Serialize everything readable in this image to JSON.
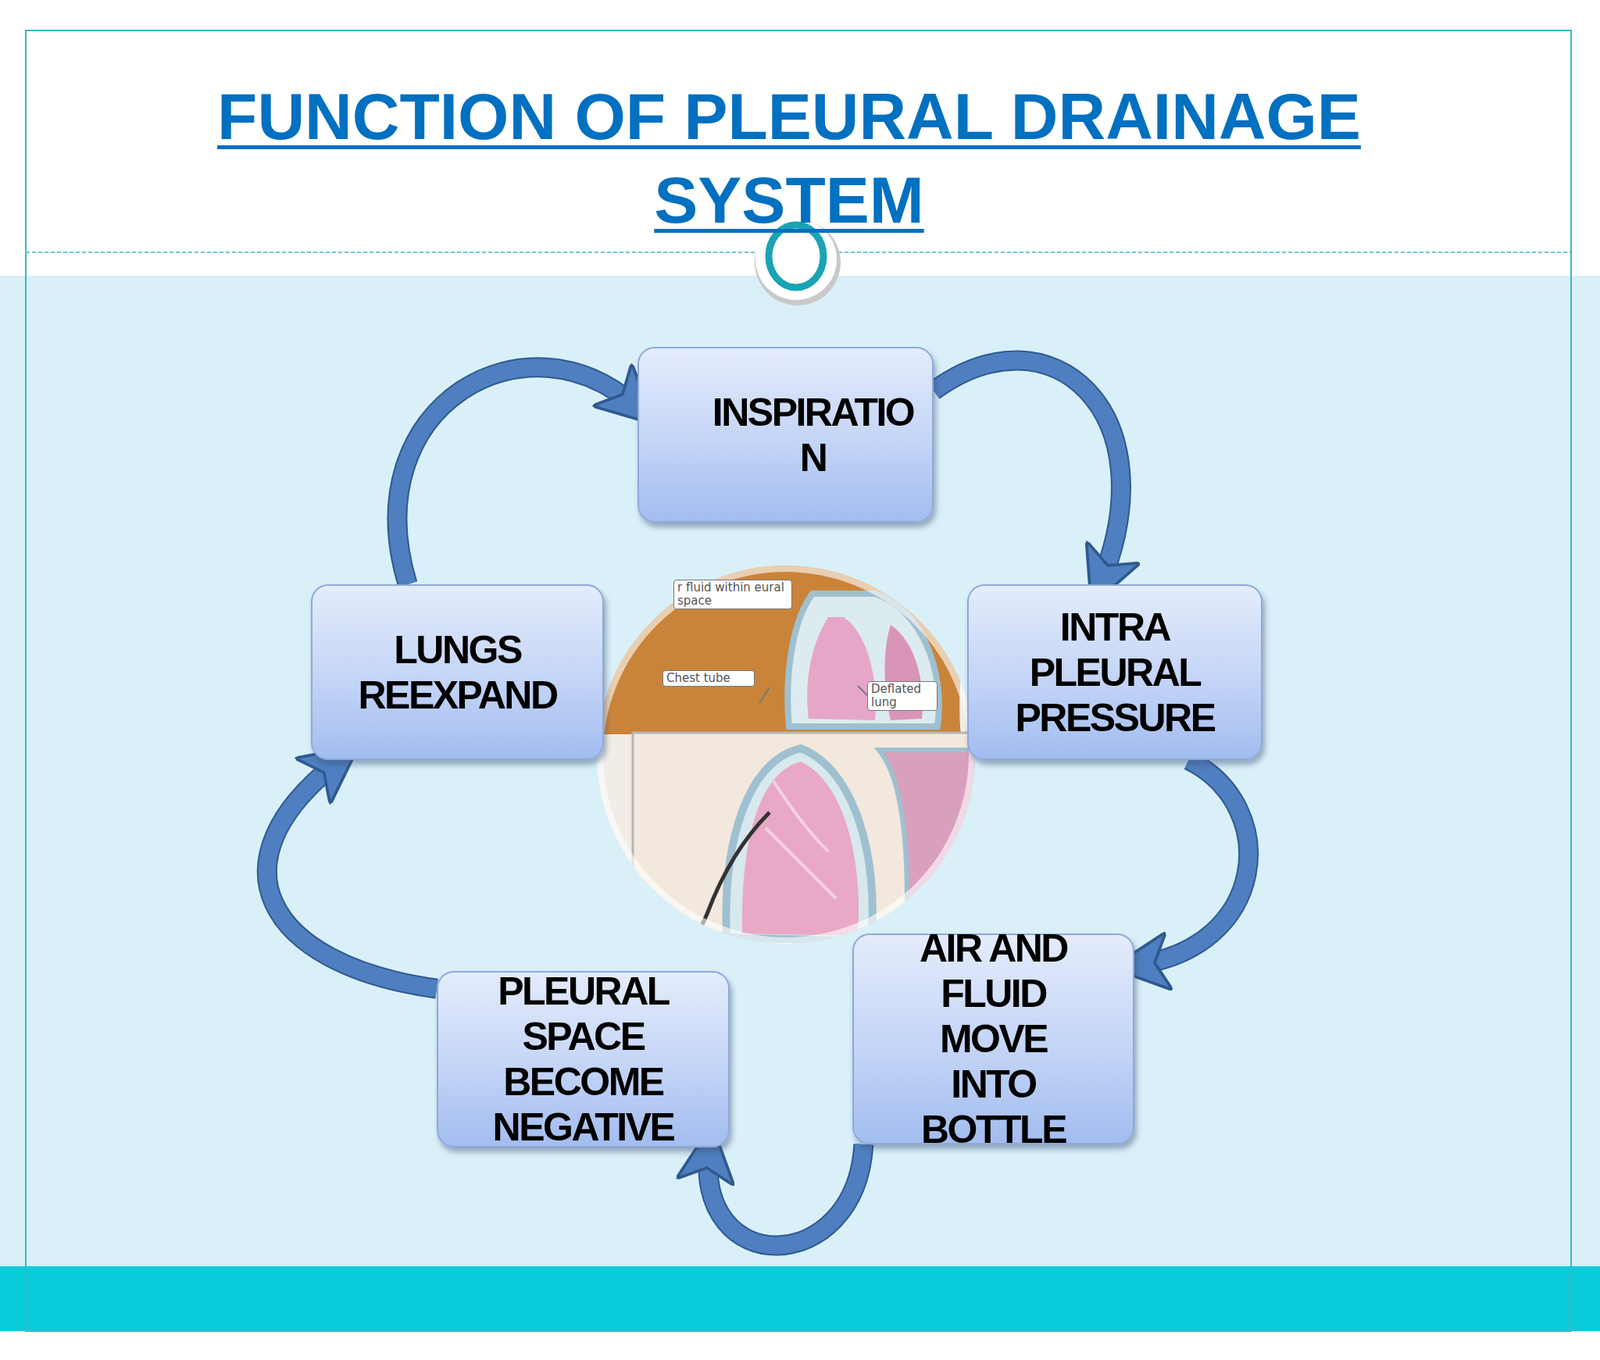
{
  "diagram": {
    "title": "FUNCTION OF PLEURAL DRAINAGE SYSTEM",
    "nodes": [
      {
        "text": [
          "INSPIRATIO N"
        ]
      },
      {
        "text": [
          "INTRA PLEURAL PRESSURE"
        ]
      },
      {
        "text": [
          "AIR AND FLUID MOVE INTO BOTTLE"
        ]
      },
      {
        "text": [
          "PLEURAL SPACE BECOME NEGATIVE"
        ]
      },
      {
        "text": [
          "LUNGS REEXPAND"
        ]
      }
    ],
    "edges": [
      {
        "from": 0,
        "to": 1,
        "arrow": "to"
      },
      {
        "from": 1,
        "to": 2,
        "arrow": "to"
      },
      {
        "from": 2,
        "to": 3,
        "arrow": "to"
      },
      {
        "from": 3,
        "to": 4,
        "arrow": "to"
      },
      {
        "from": 4,
        "to": 0,
        "arrow": "to"
      }
    ],
    "labels": [
      "r fluid within eural space",
      "Chest tube",
      "Deflated lung"
    ]
  }
}
